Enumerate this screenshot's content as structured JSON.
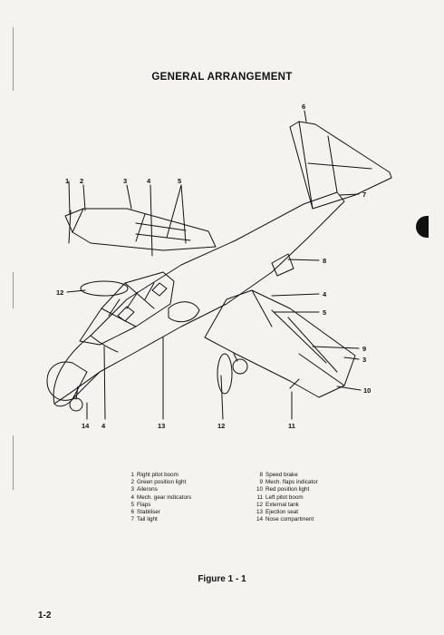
{
  "page": {
    "title": "GENERAL ARRANGEMENT",
    "caption": "Figure 1 - 1",
    "page_number": "1-2"
  },
  "callouts": [
    "1",
    "2",
    "3",
    "4",
    "5",
    "6",
    "7",
    "8",
    "4",
    "5",
    "9",
    "3",
    "10",
    "11",
    "12",
    "13",
    "4",
    "14",
    "12"
  ],
  "legend": {
    "left": [
      {
        "num": "1",
        "label": "Right pitot boom"
      },
      {
        "num": "2",
        "label": "Green position light"
      },
      {
        "num": "3",
        "label": "Ailerons"
      },
      {
        "num": "4",
        "label": "Mech. gear indicators"
      },
      {
        "num": "5",
        "label": "Flaps"
      },
      {
        "num": "6",
        "label": "Stabiliser"
      },
      {
        "num": "7",
        "label": "Tail light"
      }
    ],
    "right": [
      {
        "num": "8",
        "label": "Speed brake"
      },
      {
        "num": "9",
        "label": "Mech. flaps indicator"
      },
      {
        "num": "10",
        "label": "Red position light"
      },
      {
        "num": "11",
        "label": "Left pitot boom"
      },
      {
        "num": "12",
        "label": "External tank"
      },
      {
        "num": "13",
        "label": "Ejection seat"
      },
      {
        "num": "14",
        "label": "Nose compartment"
      }
    ]
  }
}
